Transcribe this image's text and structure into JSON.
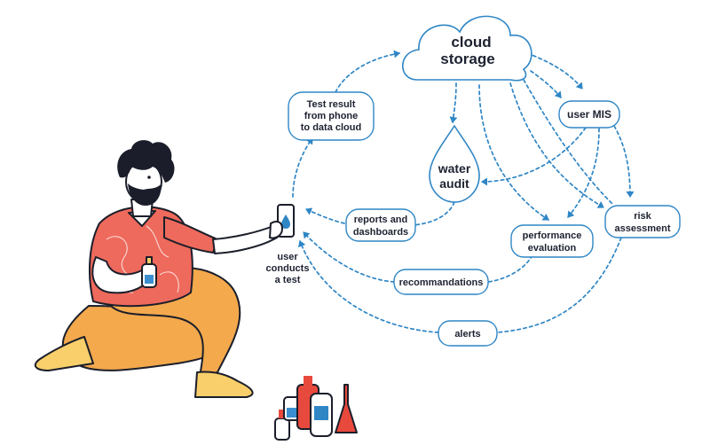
{
  "nodes": {
    "cloud_line1": "cloud",
    "cloud_line2": "storage",
    "test_result": [
      "Test result",
      "from phone",
      "to data cloud"
    ],
    "user_mis": "user MIS",
    "water_audit": [
      "water",
      "audit"
    ],
    "reports": [
      "reports and",
      "dashboards"
    ],
    "risk": [
      "risk",
      "assessment"
    ],
    "performance": [
      "performance",
      "evaluation"
    ],
    "recommendations": "recommandations",
    "alerts": "alerts",
    "user_test": [
      "user",
      "conducts",
      "a test"
    ]
  },
  "colors": {
    "accent": "#2f86c5",
    "shirt": "#ee6a5c",
    "pants": "#f3a94c",
    "outline": "#1b1e2a",
    "bottle_red": "#e8493d",
    "bottle_blue": "#3b8fd0"
  },
  "icons": {
    "phone": "phone-icon",
    "water_drop": "water-drop-icon",
    "cloud": "cloud-icon"
  }
}
